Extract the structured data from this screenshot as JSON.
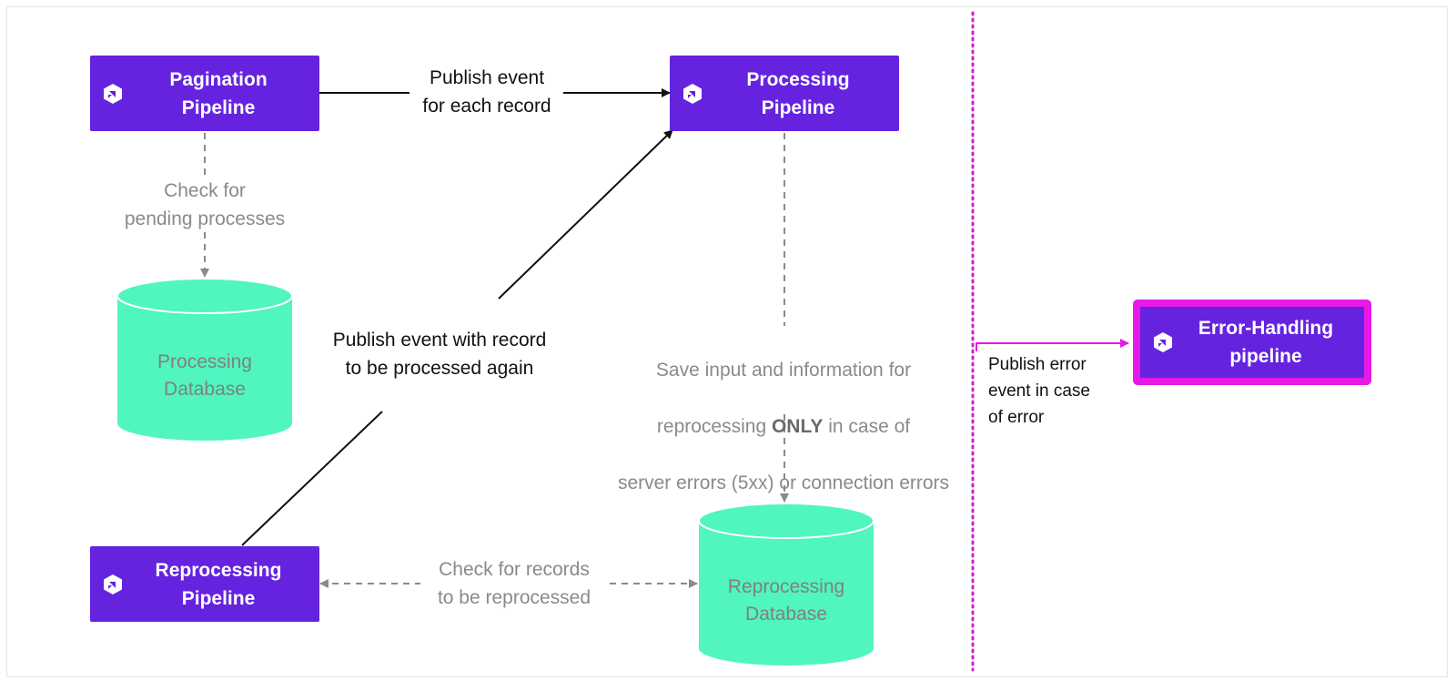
{
  "nodes": {
    "pagination": "Pagination\nPipeline",
    "processing": "Processing\nPipeline",
    "reprocessing": "Reprocessing\nPipeline",
    "error_handling": "Error-Handling\npipeline"
  },
  "databases": {
    "processing": "Processing\nDatabase",
    "reprocessing": "Reprocessing\nDatabase"
  },
  "edge_labels": {
    "publish_each_record": "Publish event\nfor each record",
    "check_pending": "Check for\npending processes",
    "publish_again": "Publish event with record\nto be processed again",
    "save_input_line1": "Save input and information for",
    "save_input_line2_pre": "reprocessing ",
    "save_input_line2_bold": "ONLY",
    "save_input_line2_post": " in case of",
    "save_input_line3": "server errors (5xx) or connection errors",
    "check_records": "Check for records\nto be reprocessed",
    "publish_error": "Publish error\nevent in case\nof error"
  },
  "colors": {
    "pipeline": "#6523e0",
    "database": "#50f5c0",
    "error_border": "#e619e6",
    "separator": "#cc22cc",
    "solid_edge": "#111111",
    "dashed_edge": "#8a8a8a"
  },
  "icons": {
    "pipeline_logo": "cube-logo-icon"
  }
}
